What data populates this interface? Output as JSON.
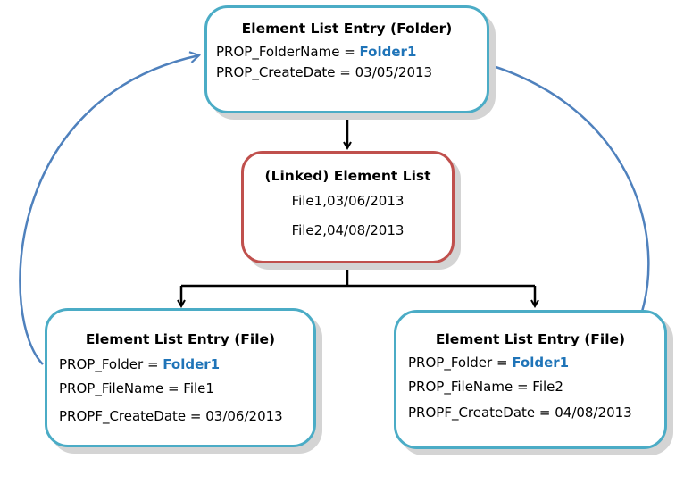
{
  "folder_entry": {
    "title": "Element List Entry (Folder)",
    "line1_label": "PROP_FolderName = ",
    "line1_value": "Folder1",
    "line2": "PROP_CreateDate = 03/05/2013"
  },
  "linked_list": {
    "title": "(Linked) Element List",
    "item1": "File1,03/06/2013",
    "item2": "File2,04/08/2013"
  },
  "file_entry_1": {
    "title": "Element List Entry (File)",
    "line1_label": "PROP_Folder = ",
    "line1_value": "Folder1",
    "line2": "PROP_FileName = File1",
    "line3": "PROPF_CreateDate = 03/06/2013"
  },
  "file_entry_2": {
    "title": "Element List Entry (File)",
    "line1_label": "PROP_Folder = ",
    "line1_value": "Folder1",
    "line2": "PROP_FileName = File2",
    "line3": "PROPF_CreateDate = 04/08/2013"
  },
  "colors": {
    "entry_border": "#4bacc6",
    "list_border": "#c0504d",
    "reference_arrow": "#4f81bd",
    "highlight_text": "#1f74b8"
  }
}
